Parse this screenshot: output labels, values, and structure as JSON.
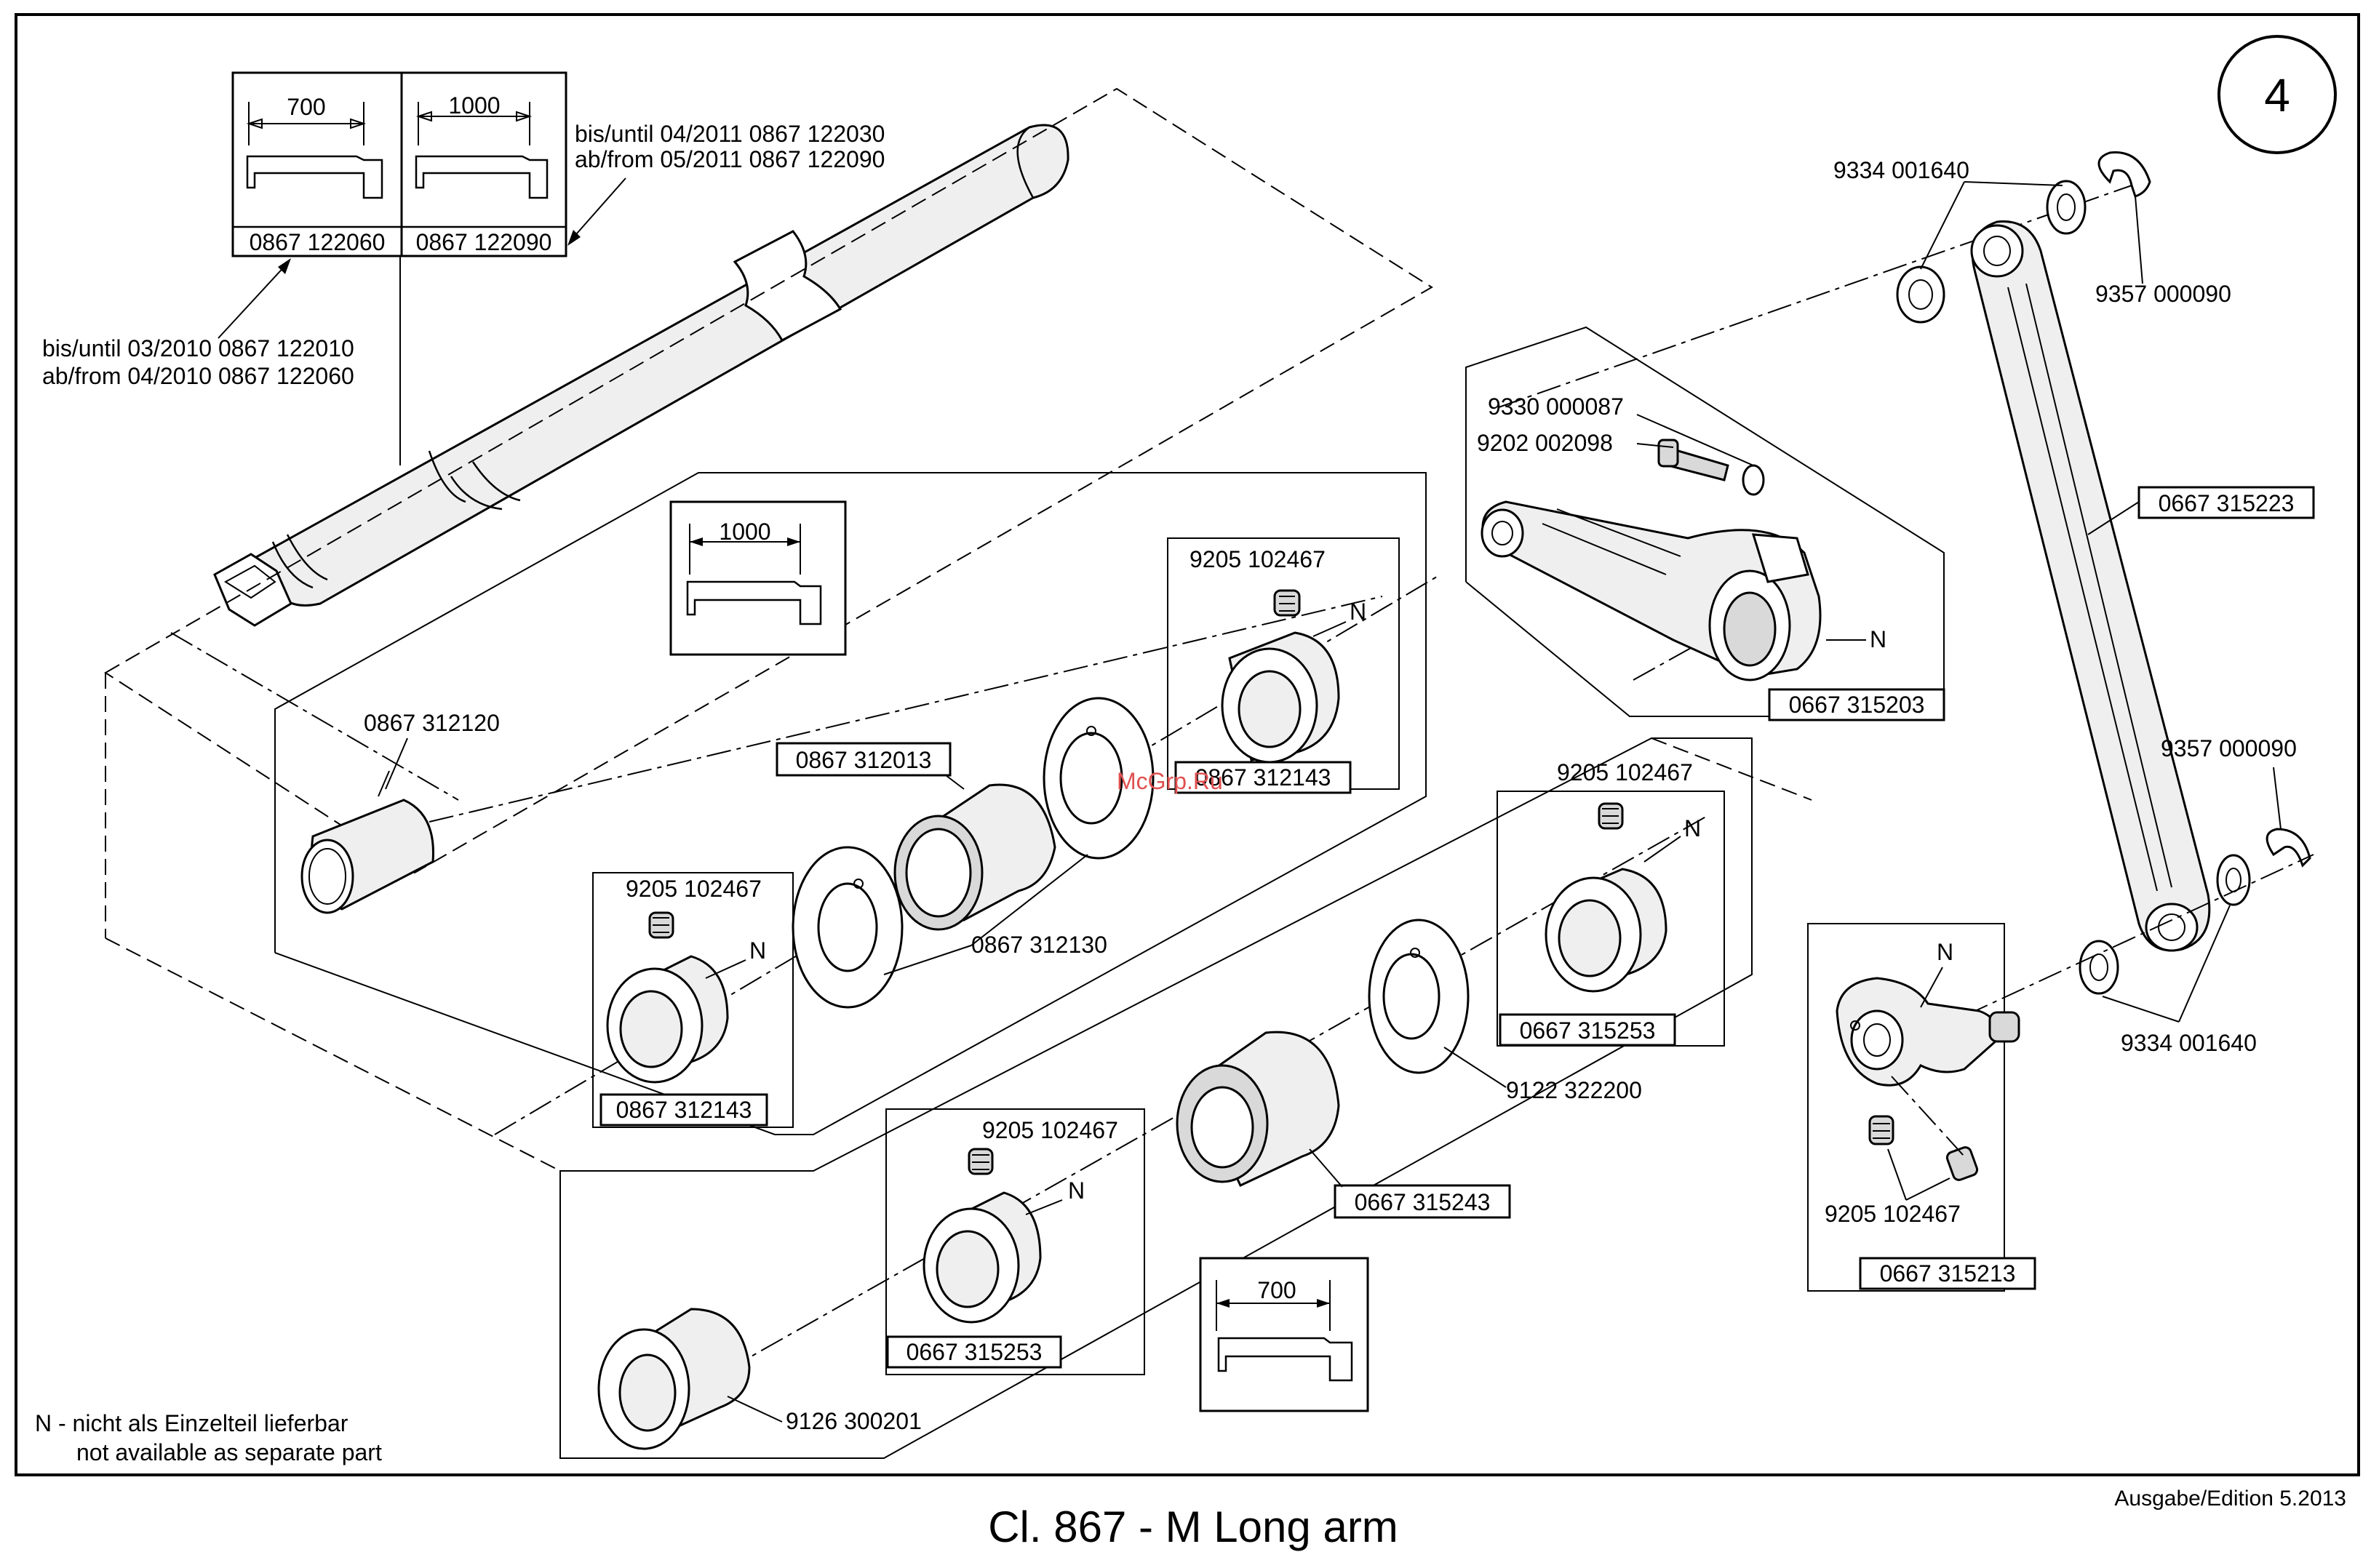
{
  "page": {
    "sheet_number": "4",
    "title": "Cl. 867 - M Long arm",
    "edition": "Ausgabe/Edition  5.2013",
    "watermark": "McGrp.Ru",
    "footnote_de": "N - nicht als Einzelteil lieferbar",
    "footnote_en": "not available as separate part"
  },
  "shaft_notes": {
    "note1_line1": "bis/until  04/2011  0867 122030",
    "note1_line2": "ab/from   05/2011  0867 122090",
    "note2_line1": "bis/until  03/2010  0867 122010",
    "note2_line2": "ab/from   04/2010  0867 122060"
  },
  "length_boxes": {
    "top_left_len": "700",
    "top_left_part": "0867 122060",
    "top_right_len": "1000",
    "top_right_part": "0867 122090",
    "mid_len": "1000",
    "bottom_len": "700"
  },
  "labels": {
    "bushing": "0867 312120",
    "sleeve": "0867 312013",
    "washer_pair": "0867 312130",
    "collar_upper": "0867 312143",
    "collar_left": "0867 312143",
    "screw_upper": "9205 102467",
    "screw_left": "9205 102467",
    "screw_right": "9205 102467",
    "screw_lower": "9205 102467",
    "screw_crank": "9205 102467",
    "collar_right": "0667 315253",
    "collar_lower": "0667 315253",
    "washer_right": "9122 322200",
    "sleeve_lower": "0667 315243",
    "flange_bushing": "9126 300201",
    "crank_upper": "0667 315203",
    "link_rod": "0667 315223",
    "crank_lower": "0667 315213",
    "washer_top": "9334 001640",
    "washer_bottom": "9334 001640",
    "clip_top": "9357 000090",
    "clip_bottom": "9357 000090",
    "screw_crank_upper": "9202 002098",
    "washer_crank_upper": "9330 000087",
    "n_marker": "N"
  }
}
